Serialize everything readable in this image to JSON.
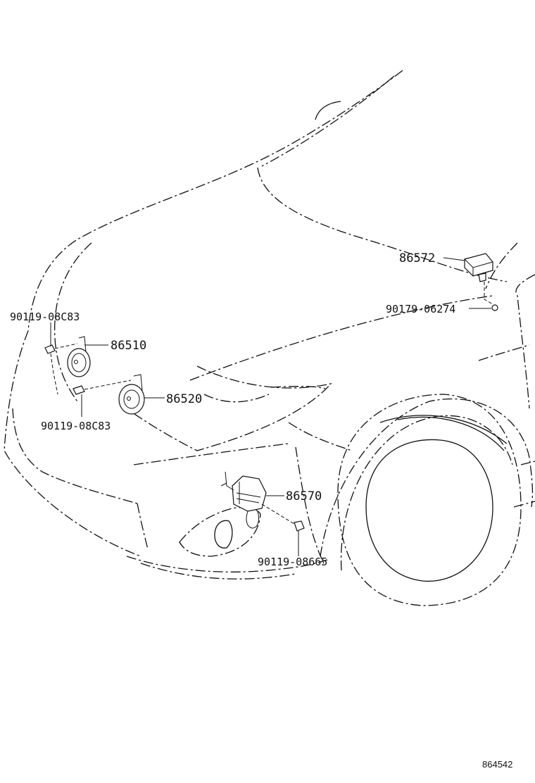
{
  "parts": {
    "p86572": "86572",
    "p90179_06274": "90179-06274",
    "p90119_08c83_top": "90119-08C83",
    "p86510": "86510",
    "p86520": "86520",
    "p90119_08c83_bottom": "90119-08C83",
    "p86570": "86570",
    "p90119_08665": "90119-08665"
  },
  "illustration_id": "864542"
}
